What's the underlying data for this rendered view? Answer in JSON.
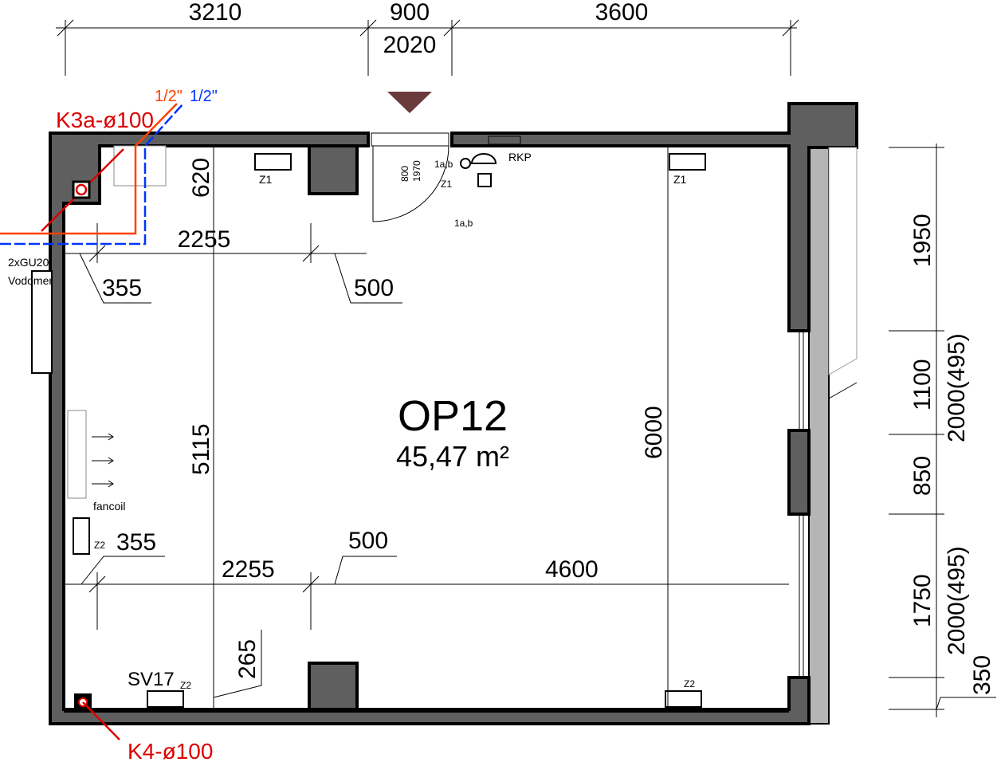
{
  "room": {
    "code": "OP12",
    "area": "45,47 m²"
  },
  "top_dimensions": {
    "left": "3210",
    "door_width": "900",
    "door_height": "2020",
    "right": "3600"
  },
  "interior_dimensions": {
    "top_depth": "620",
    "top_span": "2255",
    "top_offset_left": "355",
    "top_offset_pillar": "500",
    "height_left": "5115",
    "height_right": "6000",
    "bottom_offset_left": "355",
    "bottom_offset_pillar": "500",
    "bottom_span": "2255",
    "bottom_right": "4600",
    "bottom_depth": "265"
  },
  "right_dimensions": {
    "d1": "1950",
    "d2": "1100",
    "d3": "850",
    "d4": "1750",
    "d5": "350",
    "window1": "2000(495)",
    "window2": "2000(495)"
  },
  "door": {
    "width": "800",
    "height": "1970"
  },
  "labels": {
    "pipe_hot": "1/2\"",
    "pipe_cold": "1/2\"",
    "drain_top": "K3a-ø100",
    "drain_bottom": "K4-ø100",
    "meters_1": "2xGU20",
    "meters_2": "Vodomer",
    "z1_left": "Z1",
    "z1_door": "Z1",
    "z1_right": "Z1",
    "switch_top": "1a,b",
    "switch_bottom": "1a,b",
    "rkp": "RKP",
    "fancoil": "fancoil",
    "z2_left": "Z2",
    "sv17": "SV17",
    "z2_bottom_left": "Z2",
    "z2_bottom_right": "Z2"
  },
  "colors": {
    "hot": "#ff4000",
    "cold": "#0033ff",
    "drain": "#dd0000",
    "wall": "#5f5f5f",
    "entrance_marker": "#6b3a3a"
  }
}
